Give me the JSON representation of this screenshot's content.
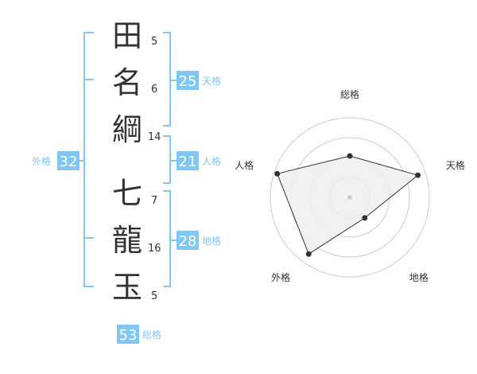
{
  "name": {
    "characters": [
      {
        "char": "田",
        "strokes": "5"
      },
      {
        "char": "名",
        "strokes": "6"
      },
      {
        "char": "綱",
        "strokes": "14"
      },
      {
        "char": "七",
        "strokes": "7"
      },
      {
        "char": "龍",
        "strokes": "16"
      },
      {
        "char": "玉",
        "strokes": "5"
      }
    ]
  },
  "kakusu": {
    "tenkaku": {
      "value": "25",
      "label": "天格"
    },
    "jinkaku": {
      "value": "21",
      "label": "人格"
    },
    "chikaku": {
      "value": "28",
      "label": "地格"
    },
    "gaikaku": {
      "value": "32",
      "label": "外格"
    },
    "soukaku": {
      "value": "53",
      "label": "総格"
    }
  },
  "colors": {
    "accent": "#7fc8f5",
    "text": "#333333",
    "radar_fill": "#eeeeee",
    "radar_ring": "#cccccc"
  },
  "chart_data": {
    "type": "radar",
    "axes": [
      "総格",
      "天格",
      "地格",
      "外格",
      "人格"
    ],
    "values": [
      2.6,
      4.5,
      1.6,
      4.4,
      4.8
    ],
    "rmax": 5,
    "rings": 4,
    "grid": true
  }
}
